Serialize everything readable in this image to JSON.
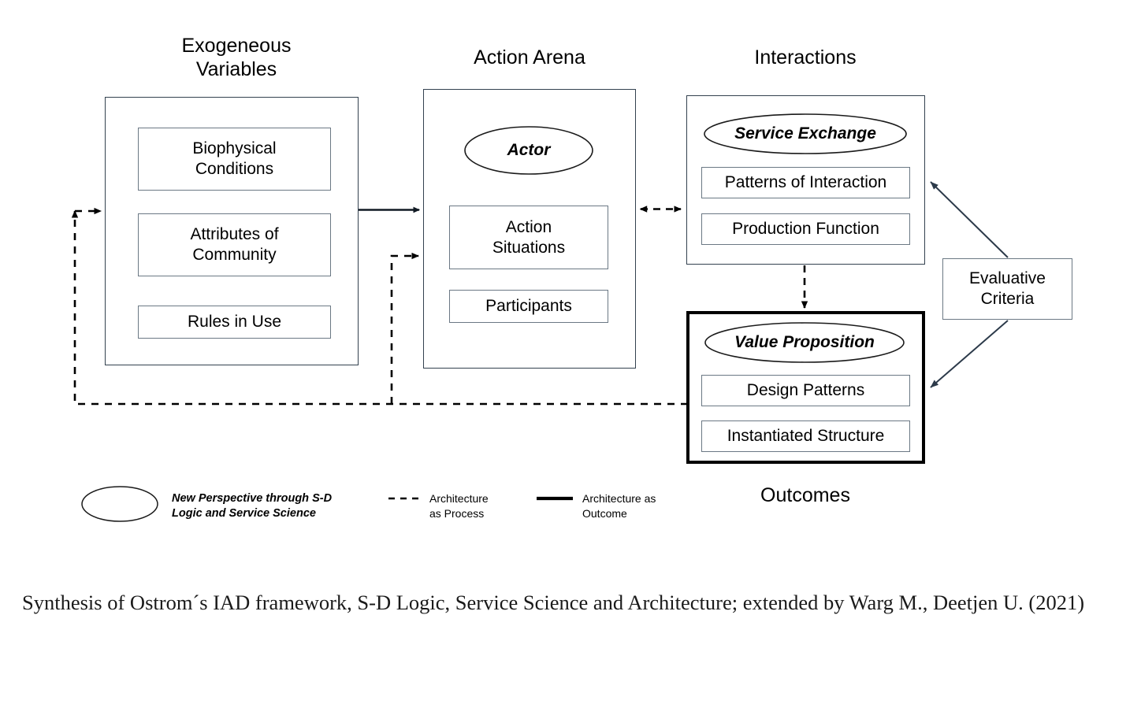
{
  "figure": {
    "caption": "Synthesis of Ostrom´s IAD framework, S-D Logic, Service Science and Architecture; extended by Warg M., Deetjen U. (2021)",
    "colors": {
      "box_border": "#33414f",
      "inner_border": "#6b7884",
      "emphasis_border": "#000000",
      "background": "#ffffff",
      "line": "#000000"
    }
  },
  "columns": [
    {
      "id": "exogenous-variables",
      "title": "Exogeneous\nVariables",
      "ellipse": null,
      "items": [
        {
          "label": "Biophysical\nConditions"
        },
        {
          "label": "Attributes of\nCommunity"
        },
        {
          "label": "Rules in Use"
        }
      ]
    },
    {
      "id": "action-arena",
      "title": "Action Arena",
      "ellipse": {
        "label": "Actor"
      },
      "items": [
        {
          "label": "Action\nSituations"
        },
        {
          "label": "Participants"
        }
      ]
    },
    {
      "id": "interactions",
      "title": "Interactions",
      "ellipse": {
        "label": "Service Exchange"
      },
      "items": [
        {
          "label": "Patterns of Interaction"
        },
        {
          "label": "Production Function"
        }
      ]
    },
    {
      "id": "outcomes",
      "title": "Outcomes",
      "ellipse": {
        "label": "Value Proposition"
      },
      "items": [
        {
          "label": "Design Patterns"
        },
        {
          "label": "Instantiated Structure"
        }
      ]
    }
  ],
  "side_box": {
    "id": "evaluative-criteria",
    "label": "Evaluative\nCriteria"
  },
  "legend": [
    {
      "id": "new-perspective",
      "symbol": "ellipse",
      "label": "New Perspective  through S-D\nLogic and Service Science"
    },
    {
      "id": "architecture-as-process",
      "symbol": "dashed-line",
      "label": "Architecture\nas Process"
    },
    {
      "id": "architecture-as-outcome",
      "symbol": "solid-line",
      "label": "Architecture as\nOutcome"
    }
  ]
}
